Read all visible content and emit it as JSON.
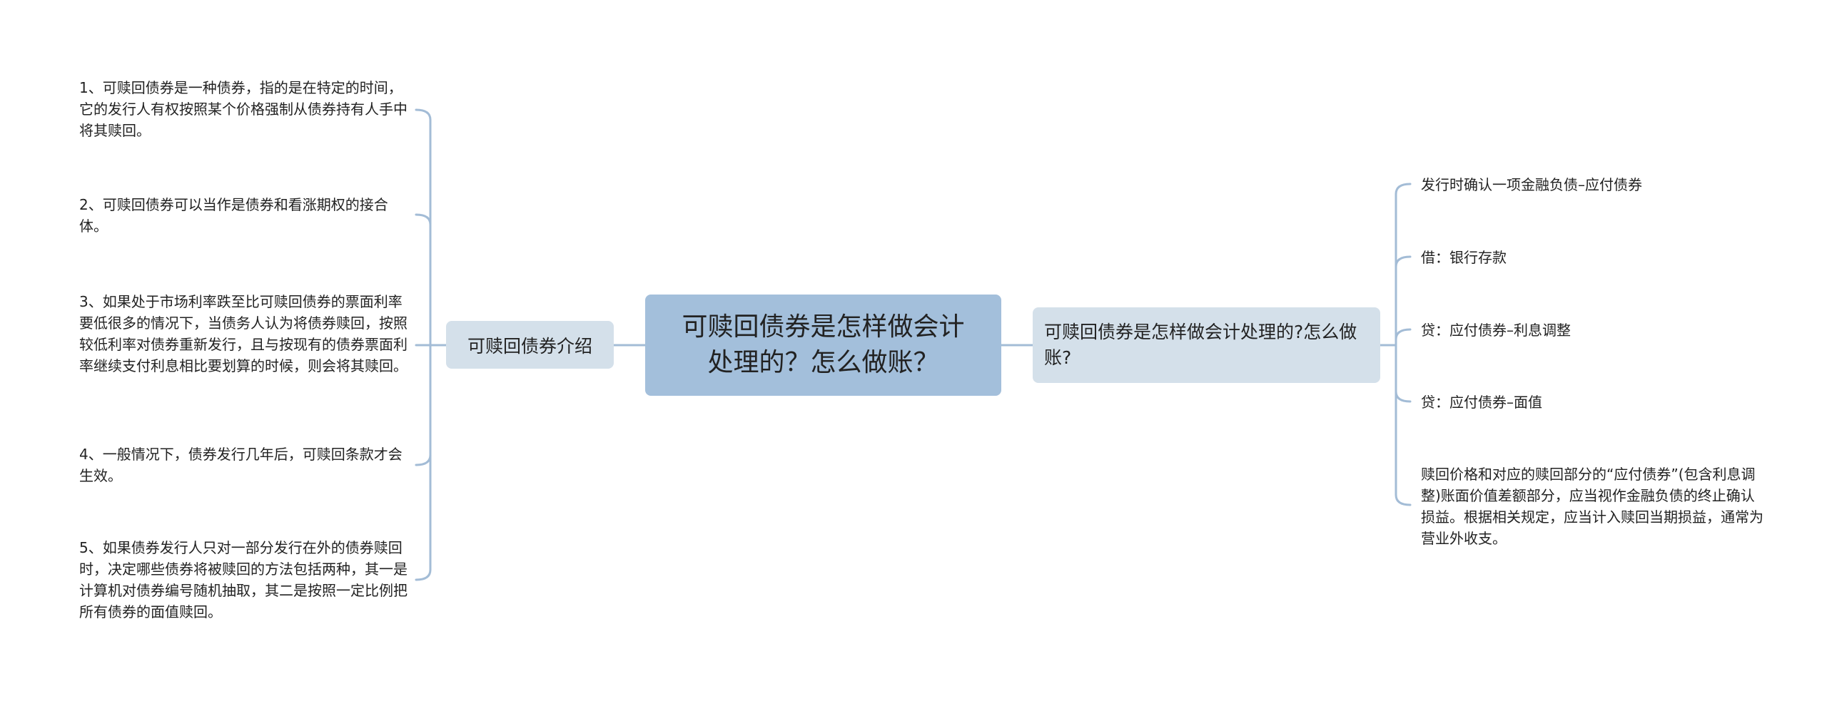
{
  "colors": {
    "root_fill": "#a3bfdb",
    "branch_fill": "#d4e0ea",
    "line": "#a3bcd6",
    "text": "#222222",
    "background": "#ffffff"
  },
  "root": {
    "label": "可赎回债券是怎样做会计处理的？怎么做账？"
  },
  "left_branch": {
    "label": "可赎回债券介绍",
    "items": [
      "1、可赎回债券是一种债券，指的是在特定的时间，它的发行人有权按照某个价格强制从债券持有人手中将其赎回。",
      "2、可赎回债券可以当作是债券和看涨期权的接合体。",
      "3、如果处于市场利率跌至比可赎回债券的票面利率要低很多的情况下，当债务人认为将债券赎回，按照较低利率对债券重新发行，且与按现有的债券票面利率继续支付利息相比要划算的时候，则会将其赎回。",
      "4、一般情况下，债券发行几年后，可赎回条款才会生效。",
      "5、如果债券发行人只对一部分发行在外的债券赎回时，决定哪些债券将被赎回的方法包括两种，其一是计算机对债券编号随机抽取，其二是按照一定比例把所有债券的面值赎回。"
    ]
  },
  "right_branch": {
    "label": "可赎回债券是怎样做会计处理的?怎么做账?",
    "items": [
      "发行时确认一项金融负债–应付债券",
      "借：银行存款",
      "贷：应付债券–利息调整",
      "贷：应付债券–面值",
      "赎回价格和对应的赎回部分的“应付债券”(包含利息调整)账面价值差额部分，应当视作金融负债的终止确认损益。根据相关规定，应当计入赎回当期损益，通常为营业外收支。"
    ]
  }
}
